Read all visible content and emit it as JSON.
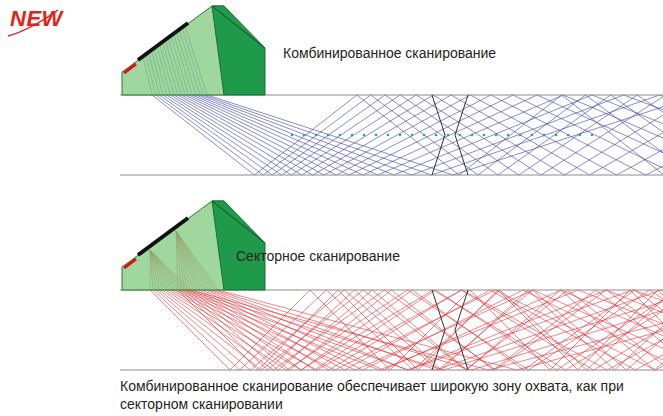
{
  "diagram": {
    "caption": "Комбинированное сканирование обеспечивает широкую зону охвата, как при секторном сканировании",
    "labels": [
      "NEW",
      "Комбинированное сканирование",
      "Секторное сканирование"
    ]
  }
}
